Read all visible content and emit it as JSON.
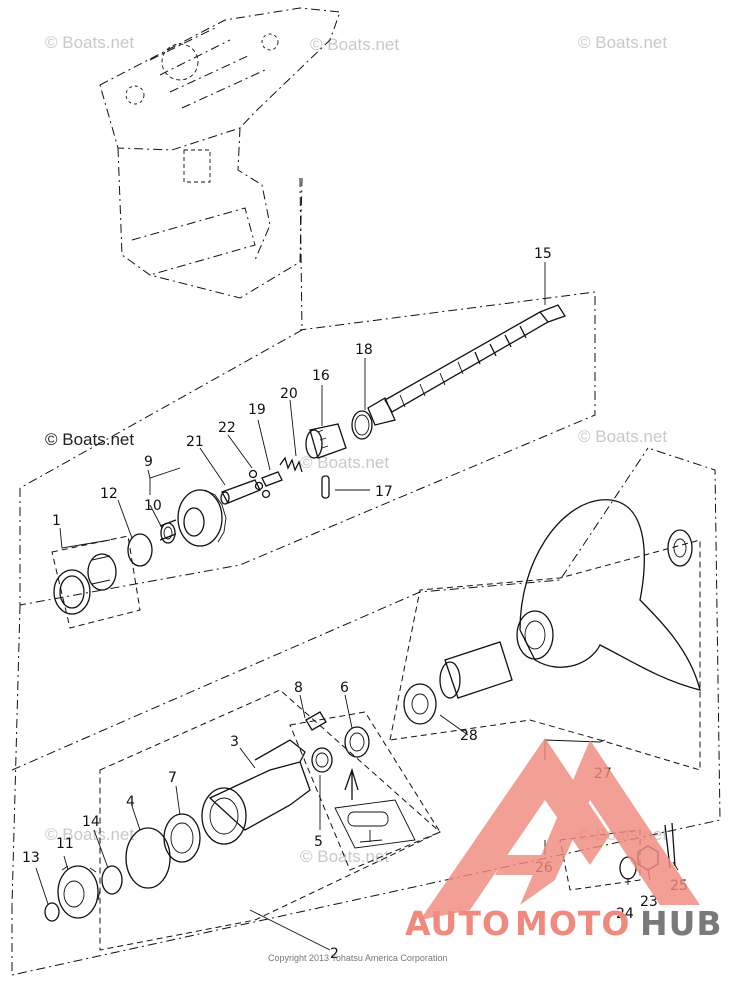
{
  "watermarks": [
    "© Boats.net",
    "© Boats.net",
    "© Boats.net",
    "© Boats.net",
    "© Boats.net",
    "© Boats.net",
    "© Boats.net",
    "© Boats.net"
  ],
  "watermark_bold": "© Boats.net",
  "copyright": "Copyright 2013 Tohatsu America Corporation",
  "brand": {
    "part1": "AUTO",
    "part2": "MOTO",
    "part3": "HUB",
    "color_red": "#f08a7e",
    "color_gray": "#7a7a7a"
  },
  "callouts": [
    "1",
    "2",
    "3",
    "4",
    "5",
    "6",
    "7",
    "8",
    "9",
    "10",
    "11",
    "12",
    "13",
    "14",
    "15",
    "16",
    "17",
    "18",
    "19",
    "20",
    "21",
    "22",
    "23",
    "24",
    "25",
    "26",
    "27",
    "28"
  ]
}
